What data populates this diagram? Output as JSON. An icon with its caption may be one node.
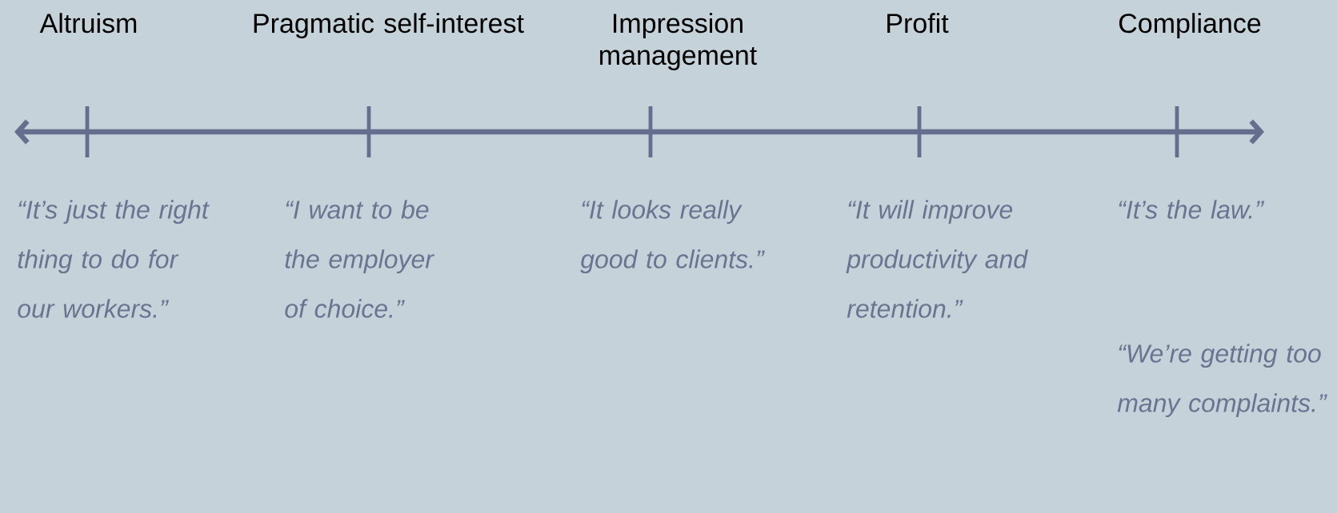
{
  "diagram": {
    "labels": [
      "Altruism",
      "Pragmatic self-interest",
      "Impression management",
      "Profit",
      "Compliance",
      "“It’s just the right thing to do for our workers.”",
      "“I want to be the employer of choice.”",
      "“It looks really good to clients.”",
      "“It will improve productivity and retention.”",
      "“It’s the law.”",
      "“We’re getting too many complaints.”"
    ]
  }
}
